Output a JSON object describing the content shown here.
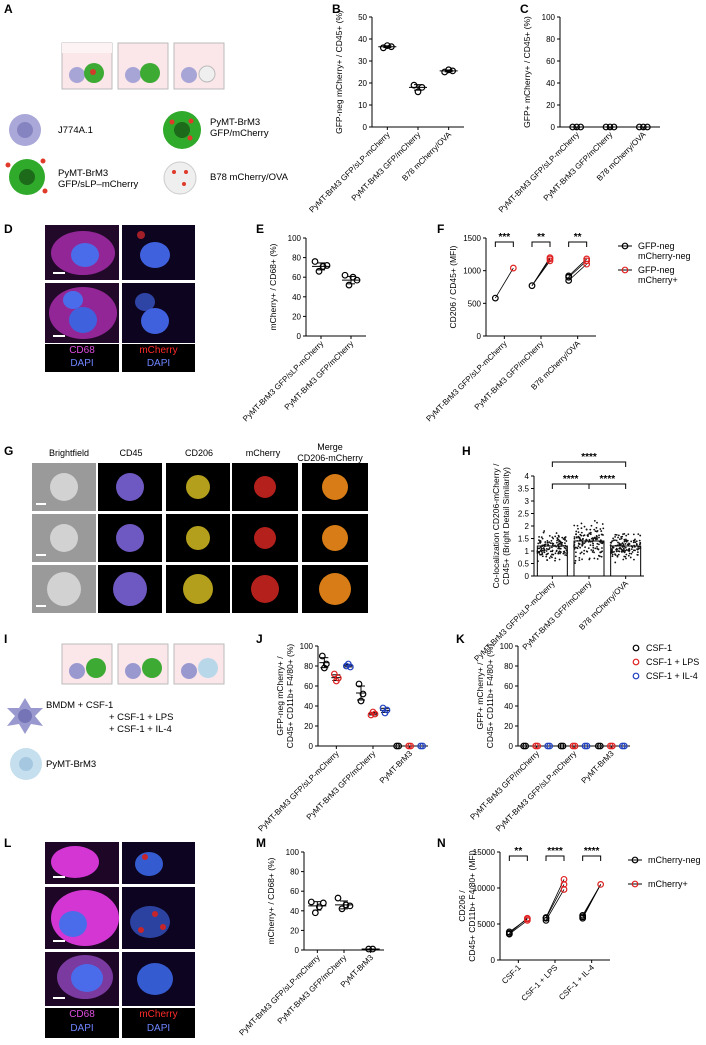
{
  "panel_letters": [
    "A",
    "B",
    "C",
    "D",
    "E",
    "F",
    "G",
    "H",
    "I",
    "J",
    "K",
    "L",
    "M",
    "N"
  ],
  "panel_A": {
    "legend": [
      "J774A.1",
      "PyMT-BrM3\nGFP/mCherry",
      "PyMT-BrM3\nGFP/sLP–mCherry",
      "B78 mCherry/OVA"
    ]
  },
  "panel_D": {
    "stain_left": [
      "CD68",
      "DAPI"
    ],
    "stain_right": [
      "mCherry",
      "DAPI"
    ]
  },
  "panel_G": {
    "columns": [
      "Brightfield",
      "CD45",
      "CD206",
      "mCherry",
      "Merge\nCD206-mCherry"
    ]
  },
  "panel_I": {
    "legend_bmdm": [
      "BMDM + CSF-1",
      "+ CSF-1 + LPS",
      "+ CSF-1 + IL-4"
    ],
    "legend_tumor": "PyMT-BrM3"
  },
  "panel_L": {
    "stain_left": [
      "CD68",
      "DAPI"
    ],
    "stain_right": [
      "mCherry",
      "DAPI"
    ]
  },
  "colors": {
    "csf1": "#000000",
    "lps": "#e02020",
    "il4": "#1f3fbf",
    "mcherry_neg": "#000000",
    "mcherry_pos": "#e02020"
  },
  "chart_data": [
    {
      "panel": "B",
      "type": "scatter",
      "ylabel": "GFP-neg mCherry+ / CD45+ (%)",
      "ylim": [
        0,
        50
      ],
      "yticks": [
        0,
        10,
        20,
        30,
        40,
        50
      ],
      "categories": [
        "PyMT-BrM3 GFP/sLP-mCherry",
        "PyMT-BrM3 GFP/mCherry",
        "B78 mCherry/OVA"
      ],
      "values": [
        [
          36,
          37,
          36.5
        ],
        [
          19,
          16,
          18
        ],
        [
          25,
          26,
          25.5
        ]
      ],
      "means": [
        36.5,
        18,
        25.5
      ]
    },
    {
      "panel": "C",
      "type": "scatter",
      "ylabel": "GFP+ mCherry+ / CD45+ (%)",
      "ylim": [
        0,
        100
      ],
      "yticks": [
        0,
        20,
        40,
        60,
        80,
        100
      ],
      "categories": [
        "PyMT-BrM3 GFP/sLP-mCherry",
        "PyMT-BrM3 GFP/mCherry",
        "B78 mCherry/OVA"
      ],
      "values": [
        [
          0,
          0,
          0
        ],
        [
          0,
          0,
          0
        ],
        [
          0,
          0,
          0
        ]
      ],
      "means": [
        0,
        0,
        0
      ]
    },
    {
      "panel": "E",
      "type": "scatter",
      "ylabel": "mCherry+ / CD68+ (%)",
      "ylim": [
        0,
        100
      ],
      "yticks": [
        0,
        20,
        40,
        60,
        80,
        100
      ],
      "categories": [
        "PyMT-BrM3 GFP/sLP-mCherry",
        "PyMT-BrM3 GFP/mCherry"
      ],
      "values": [
        [
          76,
          66,
          71,
          72
        ],
        [
          62,
          52,
          60,
          57
        ]
      ],
      "means": [
        71,
        57
      ]
    },
    {
      "panel": "F",
      "type": "paired",
      "ylabel": "CD206 / CD45+ (MFI)",
      "ylim": [
        0,
        1500
      ],
      "yticks": [
        0,
        500,
        1000,
        1500
      ],
      "categories": [
        "PyMT-BrM3 GFP/sLP-mCherry",
        "PyMT-BrM3 GFP/mCherry",
        "B78 mCherry/OVA"
      ],
      "series": [
        {
          "name": "GFP-neg mCherry-neg",
          "values": [
            [
              580
            ],
            [
              770
            ],
            [
              850,
              900,
              920
            ]
          ]
        },
        {
          "name": "GFP-neg mCherry+",
          "values": [
            [
              1040
            ],
            [
              1180,
              1200,
              1150
            ],
            [
              1100,
              1150,
              1180
            ]
          ]
        }
      ],
      "significance": [
        "***",
        "**",
        "**"
      ]
    },
    {
      "panel": "H",
      "type": "bar",
      "ylabel": "Co-localization CD206-mCherry / CD45+ (Bright Detail Similarity)",
      "ylim": [
        0,
        4
      ],
      "yticks": [
        0,
        0.5,
        1.0,
        1.5,
        2.0,
        2.5,
        3.0,
        3.5,
        4.0
      ],
      "categories": [
        "PyMT-BrM3 GFP/sLP-mCherry",
        "PyMT-BrM3 GFP/mCherry",
        "B78 mCherry/OVA"
      ],
      "values": [
        1.2,
        1.4,
        1.2
      ],
      "significance": [
        [
          "0-1",
          "****"
        ],
        [
          "1-2",
          "****"
        ],
        [
          "0-2",
          "****"
        ]
      ]
    },
    {
      "panel": "J",
      "type": "scatter",
      "ylabel": "GFP-neg mCherry+ / CD45+ CD11b+ F4/80+ (%)",
      "ylim": [
        0,
        100
      ],
      "yticks": [
        0,
        20,
        40,
        60,
        80,
        100
      ],
      "categories": [
        "PyMT-BrM3 GFP/sLP-mCherry",
        "PyMT-BrM3 GFP/mCherry",
        "PyMT-BrM3"
      ],
      "series": [
        {
          "name": "CSF-1",
          "values": [
            [
              90,
              78,
              82
            ],
            [
              62,
              45,
              52
            ],
            [
              0,
              0
            ]
          ]
        },
        {
          "name": "CSF-1 + LPS",
          "values": [
            [
              72,
              65,
              68
            ],
            [
              31,
              34,
              32
            ],
            [
              0,
              0
            ]
          ]
        },
        {
          "name": "CSF-1 + IL-4",
          "values": [
            [
              80,
              82,
              79
            ],
            [
              38,
              33,
              36
            ],
            [
              0,
              0
            ]
          ]
        }
      ]
    },
    {
      "panel": "K",
      "type": "scatter",
      "ylabel": "GFP+ mCherry+ / CD45+ CD11b+ F4/80+ (%)",
      "ylim": [
        0,
        100
      ],
      "yticks": [
        0,
        20,
        40,
        60,
        80,
        100
      ],
      "categories": [
        "PyMT-BrM3 GFP/mCherry",
        "PyMT-BrM3 GFP/sLP-mCherry",
        "PyMT-BrM3"
      ],
      "series": [
        {
          "name": "CSF-1",
          "values": [
            [
              0,
              0
            ],
            [
              0,
              0
            ],
            [
              0,
              0
            ]
          ]
        },
        {
          "name": "CSF-1 + LPS",
          "values": [
            [
              0,
              0
            ],
            [
              0,
              0
            ],
            [
              0,
              0
            ]
          ]
        },
        {
          "name": "CSF-1 + IL-4",
          "values": [
            [
              0,
              0
            ],
            [
              0,
              0
            ],
            [
              0,
              0
            ]
          ]
        }
      ]
    },
    {
      "panel": "M",
      "type": "scatter",
      "ylabel": "mCherry+ / CD68+ (%)",
      "ylim": [
        0,
        100
      ],
      "yticks": [
        0,
        20,
        40,
        60,
        80,
        100
      ],
      "categories": [
        "PyMT-BrM3 GFP/sLP-mCherry",
        "PyMT-BrM3 GFP/mCherry",
        "PyMT-BrM3"
      ],
      "values": [
        [
          49,
          38,
          44,
          48
        ],
        [
          53,
          42,
          46,
          45
        ],
        [
          1,
          1
        ]
      ],
      "means": [
        45,
        46,
        1
      ]
    },
    {
      "panel": "N",
      "type": "paired",
      "ylabel": "CD206 / CD45+ CD11b+ F4/80+ (MFI)",
      "ylim": [
        0,
        15000
      ],
      "yticks": [
        0,
        5000,
        10000,
        15000
      ],
      "categories": [
        "CSF-1",
        "CSF-1 + LPS",
        "CSF-1 + IL-4"
      ],
      "series": [
        {
          "name": "mCherry-neg",
          "values": [
            [
              3600,
              3900,
              3700
            ],
            [
              5500,
              5800,
              5900
            ],
            [
              5800,
              6000,
              6200
            ]
          ]
        },
        {
          "name": "mCherry+",
          "values": [
            [
              5500,
              5700,
              5800
            ],
            [
              9800,
              10500,
              11200
            ],
            [
              10500
            ]
          ]
        }
      ],
      "significance": [
        "**",
        "****",
        "****"
      ]
    }
  ]
}
